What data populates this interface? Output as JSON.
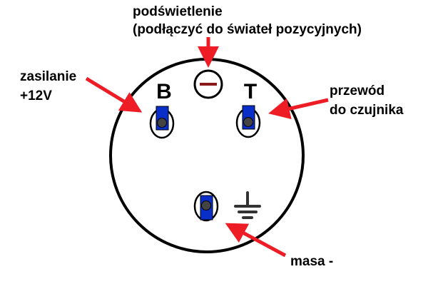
{
  "diagram": {
    "labels": {
      "backlight_line1": "podświetlenie",
      "backlight_line2": "(podłączyć do świateł pozycyjnych)",
      "power_line1": "zasilanie",
      "power_line2": "+12V",
      "sensor_line1": "przewód",
      "sensor_line2": "do czujnika",
      "ground": "masa -"
    },
    "pins": {
      "b_letter": "B",
      "t_letter": "T"
    },
    "symbols": {
      "minus": "minus-circle-icon",
      "ground": "ground-icon"
    },
    "colors": {
      "arrow": "#ee1c25",
      "terminal": "#0a2ec8",
      "minus_bar": "#8b1a1a",
      "outline": "#000000",
      "background": "#ffffff"
    }
  }
}
